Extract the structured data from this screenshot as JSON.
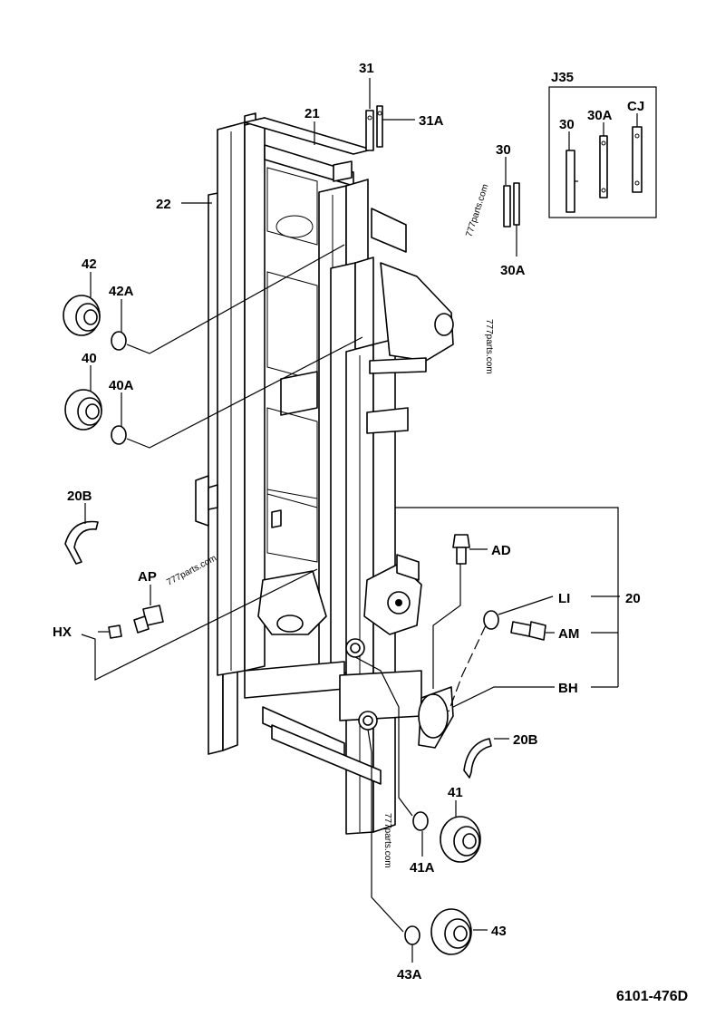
{
  "labels": {
    "l31": "31",
    "l31A": "31A",
    "l21": "21",
    "l22": "22",
    "lJ35": "J35",
    "lJ30": "30",
    "lJ30A": "30A",
    "lCJ": "CJ",
    "l30": "30",
    "l30A": "30A",
    "l42": "42",
    "l42A": "42A",
    "l40": "40",
    "l40A": "40A",
    "l20B_left": "20B",
    "lAP": "AP",
    "lHX": "HX",
    "lAD": "AD",
    "lLI": "LI",
    "l20": "20",
    "lAM": "AM",
    "lBH": "BH",
    "l20B_right": "20B",
    "l41": "41",
    "l41A": "41A",
    "l43": "43",
    "l43A": "43A"
  },
  "watermarks": {
    "w1": "777parts.com",
    "w2": "777parts.com",
    "w3": "777parts.com",
    "w4": "777parts.com"
  },
  "drawing_code": "6101-476D"
}
